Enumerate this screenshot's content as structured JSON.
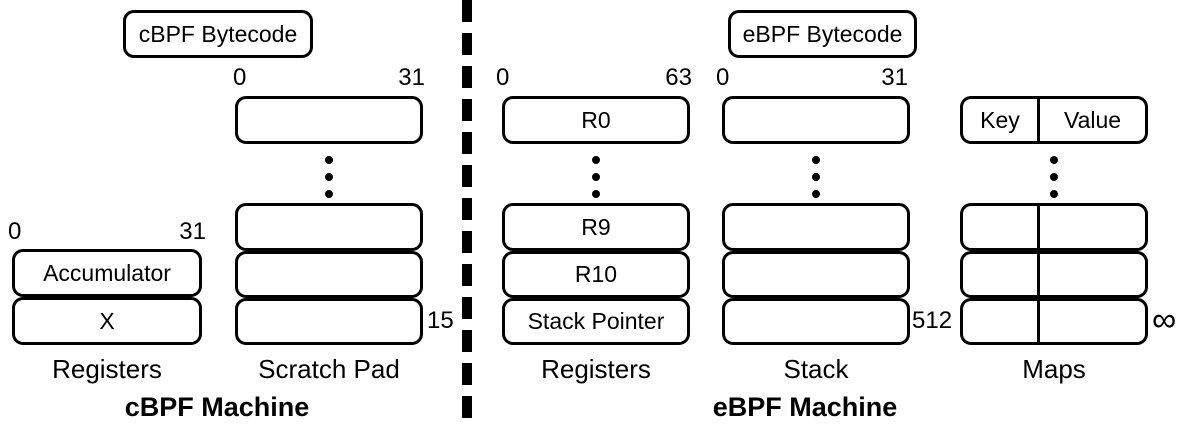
{
  "cbpf": {
    "bytecode_label": "cBPF Bytecode",
    "machine_label": "cBPF Machine",
    "registers": {
      "bit_start": "0",
      "bit_end": "31",
      "cells": [
        "Accumulator",
        "X"
      ],
      "label": "Registers"
    },
    "scratchpad": {
      "bit_start": "0",
      "bit_end": "31",
      "slot_count": "15",
      "label": "Scratch Pad"
    }
  },
  "ebpf": {
    "bytecode_label": "eBPF Bytecode",
    "machine_label": "eBPF Machine",
    "registers": {
      "bit_start": "0",
      "bit_end": "63",
      "top_cell": "R0",
      "cells": [
        "R9",
        "R10",
        "Stack Pointer"
      ],
      "label": "Registers"
    },
    "stack": {
      "bit_start": "0",
      "bit_end": "31",
      "size_label": "512",
      "label": "Stack"
    },
    "maps": {
      "key_header": "Key",
      "value_header": "Value",
      "size_label": "∞",
      "label": "Maps"
    }
  }
}
